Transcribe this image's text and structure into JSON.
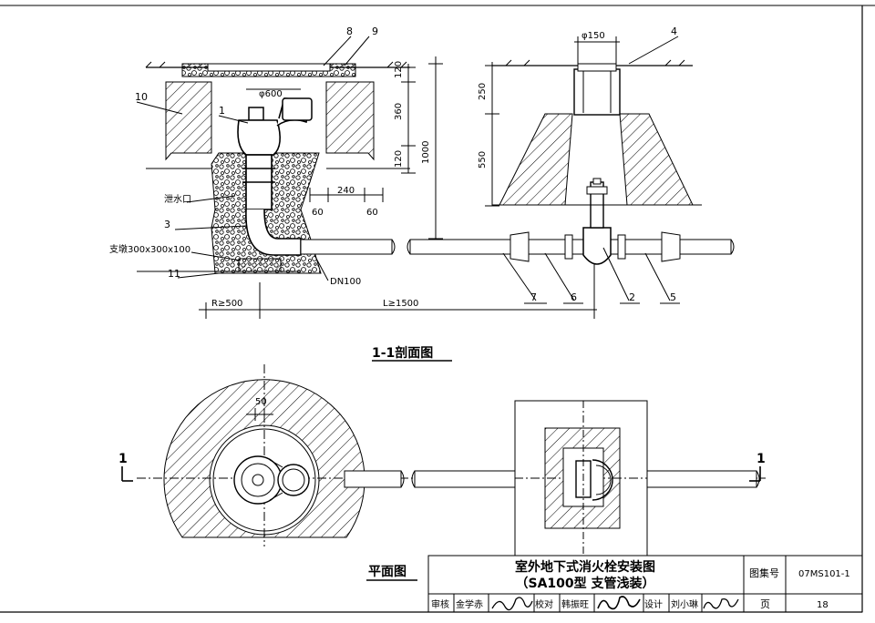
{
  "section": {
    "title": "1-1剖面图",
    "callouts": [
      "8",
      "9",
      "4",
      "10",
      "1",
      "3",
      "11",
      "7",
      "6",
      "2",
      "5"
    ],
    "labels": {
      "phi600": "φ600",
      "phi150": "φ150",
      "drain": "泄水口",
      "support": "支墩300x300x100",
      "dn100": "DN100",
      "r500": "R≥500",
      "l1500": "L≥1500"
    },
    "dims": {
      "d120a": "120",
      "d360": "360",
      "d120b": "120",
      "d1000": "1000",
      "d240": "240",
      "d60a": "60",
      "d60b": "60",
      "d250": "250",
      "d550": "550"
    }
  },
  "plan": {
    "title": "平面图",
    "dim50": "50",
    "cut_left": "1",
    "cut_right": "1"
  },
  "title_block": {
    "title_line1": "室外地下式消火栓安装图",
    "title_line2": "（SA100型  支管浅装）",
    "atlas_label": "图集号",
    "atlas_value": "07MS101-1",
    "page_label": "页",
    "page_value": "18",
    "review_label": "审核",
    "reviewer": "金学赤",
    "check_label": "校对",
    "checker": "韩振旺",
    "design_label": "设计",
    "designer": "刘小琳"
  }
}
